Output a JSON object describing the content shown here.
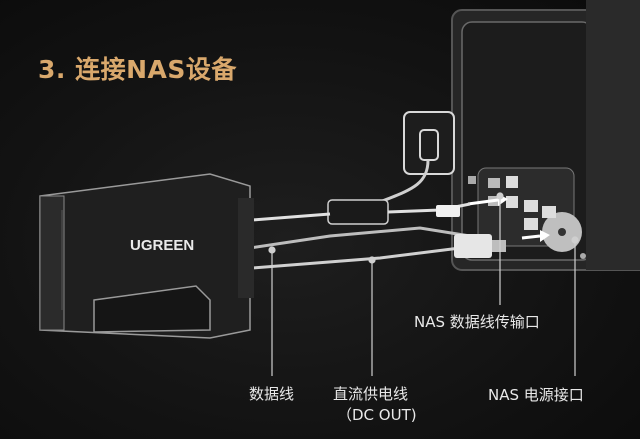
{
  "title": "3. 连接NAS设备",
  "device": {
    "brand": "UGREEN"
  },
  "labels": {
    "nas_data_port": "NAS 数据线传输口",
    "data_cable": "数据线",
    "dc_cable_line1": "直流供电线",
    "dc_cable_line2": "（DC OUT)",
    "nas_power_port": "NAS 电源接口"
  },
  "colors": {
    "accent": "#d9a86c",
    "background": "#121212",
    "label_text": "#e8e8e8",
    "arrow": "#ffffff"
  },
  "icons": [
    "power-plug-icon",
    "usb-connector-icon",
    "dc-connector-icon",
    "arrow-right-icon"
  ]
}
